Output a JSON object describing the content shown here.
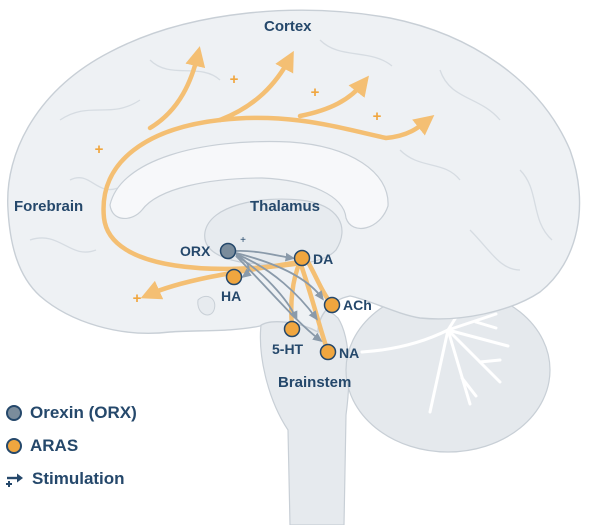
{
  "diagram": {
    "regions": {
      "cortex": "Cortex",
      "forebrain": "Forebrain",
      "thalamus": "Thalamus",
      "brainstem": "Brainstem"
    },
    "nodes": {
      "orx": "ORX",
      "da": "DA",
      "ha": "HA",
      "ach": "ACh",
      "serotonin": "5-HT",
      "na": "NA"
    },
    "plus_sign": "+"
  },
  "legend": {
    "items": [
      {
        "label": "Orexin (ORX)",
        "icon": "grey-circle",
        "color": "#7a8c9c"
      },
      {
        "label": "ARAS",
        "icon": "orange-circle",
        "color": "#f0a63f"
      },
      {
        "label": "Stimulation",
        "icon": "stimulation-arrow-icon",
        "color": "#25486b"
      }
    ]
  },
  "colors": {
    "text": "#25486b",
    "aras": "#f0a63f",
    "orexin": "#7a8c9c",
    "pathway": "#f4bf73",
    "brain": "#edf0f3",
    "outline": "#c8cfd6"
  }
}
